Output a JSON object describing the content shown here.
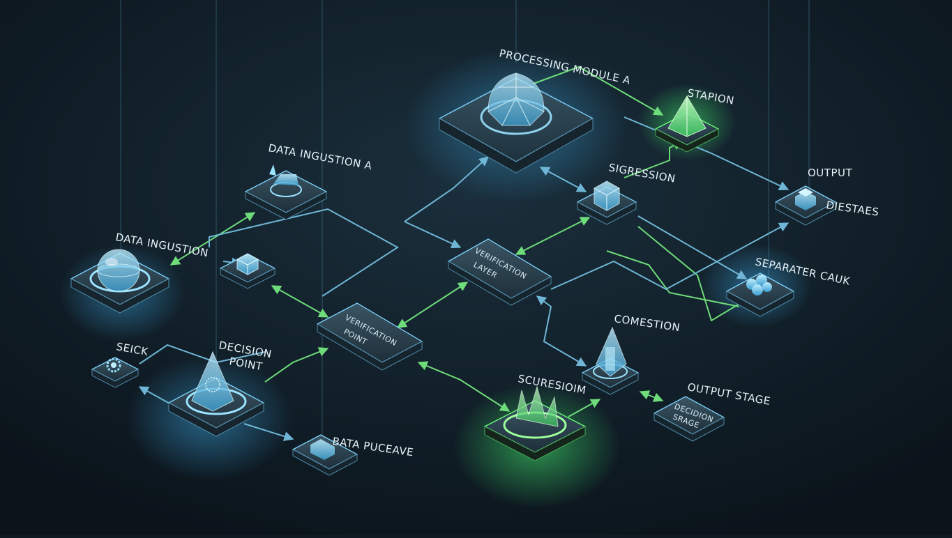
{
  "colors": {
    "background": "#0f1a22",
    "node_blue": "#7fd3ff",
    "node_green": "#6cff7a",
    "link_blue": "#6fb6d6",
    "link_green": "#6fdc7a",
    "label": "#e6f2f7"
  },
  "labels": {
    "processing_module": "PROCESSING MODULE A",
    "station": "STAPION",
    "data_ingestion_a": "DATA INGUSTION A",
    "sigression": "SIGRESSION",
    "output_line1": "OUTPUT",
    "output_line2": "DIESTAES",
    "data_ingestion": "DATA INGUSTION",
    "verification_layer_line1": "VERIFICATION",
    "verification_layer_line2": "LAYER",
    "separater_cauk": "SEPARATER CAUK",
    "verification_point_line1": "VERIFICATION",
    "verification_point_line2": "POINT",
    "comestion": "COMESTION",
    "seick": "SEICK",
    "decision_point_line1": "DECISION",
    "decision_point_line2": "POINT",
    "scuresioim": "SCURESIOIM",
    "output_stage": "OUTPUT STAGE",
    "decision_stage_line1": "DECIDION",
    "decision_stage_line2": "SRAGE",
    "bata_puceave": "BATA PUCEAVE"
  },
  "icons": {
    "processing_module": "geodesic-dome-icon",
    "station": "green-pyramid-icon",
    "data_ingestion_a": "ingest-device-icon",
    "sigression": "cube-stack-icon",
    "output": "output-stack-icon",
    "data_ingestion": "sphere-icon",
    "small_cube": "cube-icon",
    "separater": "cluster-icon",
    "comestion": "crystal-icon",
    "seick": "gear-icon",
    "decision": "pyramid-icon",
    "scuresioim": "green-shard-icon",
    "bata_puceave": "device-icon"
  }
}
